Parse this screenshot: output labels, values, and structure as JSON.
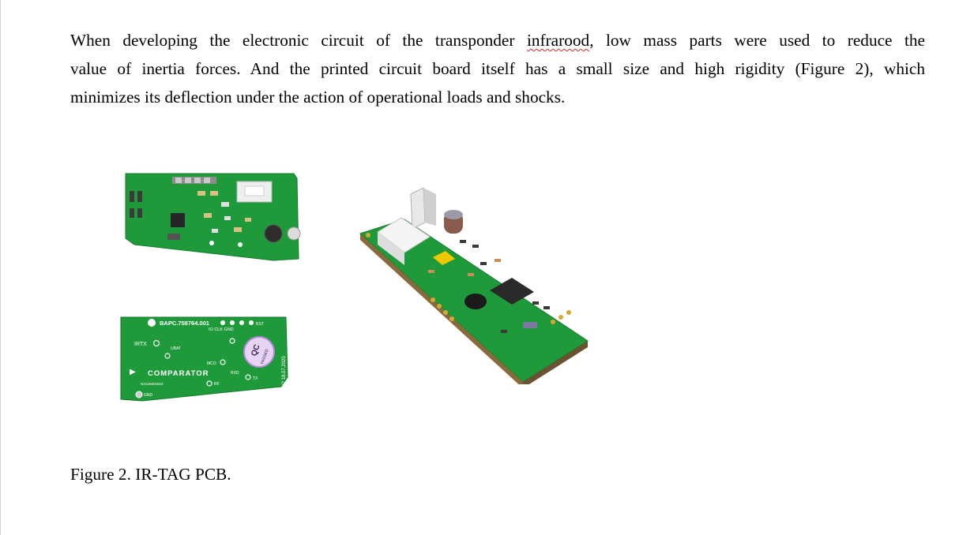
{
  "paragraph": {
    "line1_before": "When developing the electronic circuit of the transponder ",
    "line1_word": "infrarood",
    "line1_after": ", low mass parts were used to reduce the",
    "line2": "value of inertia forces. And the printed circuit board itself has a small size and high rigidity (Figure 2), which",
    "line3": "minimizes its deflection under the action of operational loads and shocks."
  },
  "pcb_bottom": {
    "board_id": "BAPC.758764.001",
    "pins_header": "IO CLK GND",
    "rst": "RST",
    "irtx": "IRTX",
    "ubat": "UBAT",
    "mco": "MCO",
    "tp_rf": "RF",
    "tp_gnd": "GND",
    "rxd": "RXD",
    "tx": "TX",
    "comparator": "COMPARATOR",
    "serial": "N21184E5023",
    "qc": "QC",
    "passed": "PASSED",
    "date": "7U2 18.07.2020"
  },
  "caption": "Figure 2. IR-TAG PCB.",
  "colors": {
    "pcb": "#1f9a3a",
    "pcb_dark": "#137a2b",
    "silk": "#ffffff",
    "spell_mark": "#d42a2a"
  }
}
